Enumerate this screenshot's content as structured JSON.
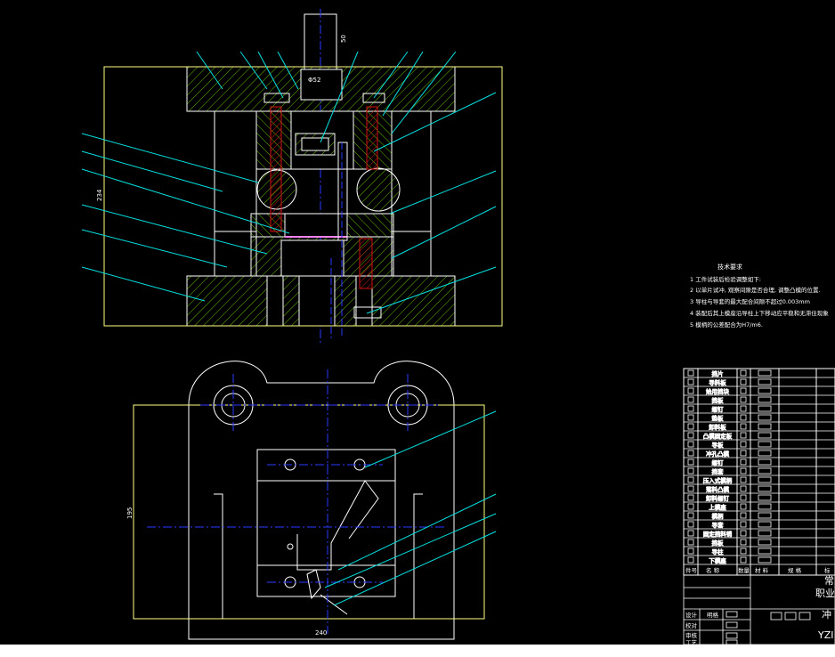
{
  "colors": {
    "background": "#000000",
    "outline": "#ffffff",
    "hatch": "#9aff00",
    "leader": "#00e0e0",
    "center_line": "#2a3cff",
    "dimension": "#ffff80",
    "accent": "#ff2020",
    "magenta": "#ff00ff"
  },
  "dimensions": {
    "top_height": "50",
    "punch_label": "Φ52",
    "total_height": "234",
    "plan_height": "195",
    "plan_width": "240"
  },
  "tech_notes": {
    "title": "技术要求",
    "items": [
      "1 工件试装后检验调整如下:",
      "2 以单片试冲, 观察间隙是否合理, 调整凸模的位置.",
      "3 导柱与导套的最大配合间隙不超过0.003mm",
      "4 装配后其上模座沿导柱上下移动应平稳和无滞住现象",
      "5 模柄的公差配合为H7/m6."
    ]
  },
  "bom": {
    "header": {
      "seq": "件号",
      "name": "名 称",
      "qty": "数量",
      "material": "材 料",
      "spec": "规 格",
      "remark": "标"
    },
    "rows": [
      "挡片",
      "导料板",
      "始用挡块",
      "挡板",
      "螺钉",
      "垫板",
      "卸料板",
      "凸模固定板",
      "导板",
      "冲孔凸模",
      "螺钉",
      "挡套",
      "压入式模柄",
      "落料凸模",
      "卸料螺钉",
      "上模座",
      "模柄",
      "导套",
      "固定挡料销",
      "挡板",
      "导柱",
      "下模座"
    ]
  },
  "title_block": {
    "school_1": "常",
    "school_2": "职业",
    "drawing_name": "冲",
    "drawing_code": "YZI",
    "roles": [
      "设计",
      "校对",
      "审核",
      "工艺"
    ],
    "role_note": "明格"
  }
}
